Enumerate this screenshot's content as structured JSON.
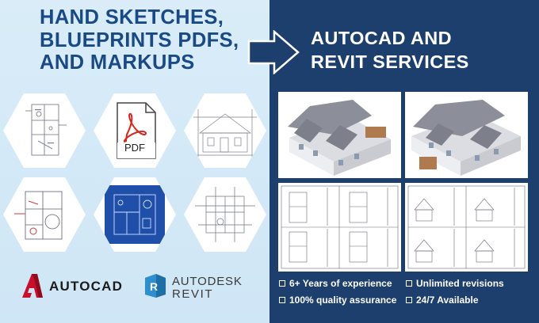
{
  "left": {
    "title_lines": [
      "HAND SKETCHES,",
      "BLUEPRINTS PDFS,",
      "AND MARKUPS"
    ],
    "pdf_label": "PDF"
  },
  "right": {
    "title_lines": [
      "AUTOCAD AND",
      "REVIT SERVICES"
    ]
  },
  "logos": {
    "autocad": "AUTOCAD",
    "revit_line1": "AUTODESK",
    "revit_line2": "REVIT"
  },
  "features": [
    "6+ Years of experience",
    "Unlimited revisions",
    "100% quality assurance",
    "24/7 Available"
  ],
  "colors": {
    "left_bg": "#d9ecf8",
    "right_bg": "#1c3f6e",
    "left_title": "#1a4a86",
    "arrow": "#1c3f6e",
    "autocad_red": "#c8102e",
    "revit_blue": "#1d6fa5",
    "blueprint": "#1f4fa8"
  }
}
